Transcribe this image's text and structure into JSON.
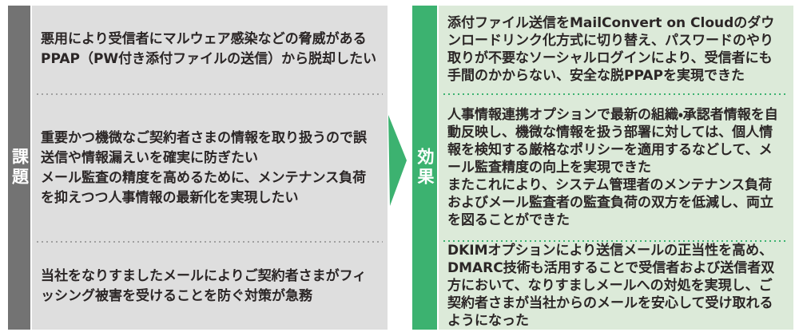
{
  "issues": {
    "label": "課題",
    "items": [
      "悪用により受信者にマルウェア感染などの脅威があるPPAP（PW付き添付ファイルの送信）から脱却したい",
      "重要かつ機微なご契約者さまの情報を取り扱うので誤送信や情報漏えいを確実に防ぎたい\nメール監査の精度を高めるために、メンテナンス負荷を抑えつつ人事情報の最新化を実現したい",
      "当社をなりすましたメールによりご契約者さまがフィッシング被害を受けることを防ぐ対策が急務"
    ]
  },
  "effects": {
    "label": "効果",
    "items": [
      "添付ファイル送信をMailConvert on Cloudのダウンロードリンク化方式に切り替え、パスワードのやり取りが不要なソーシャルログインにより、受信者にも手間のかからない、安全な脱PPAPを実現できた",
      "人事情報連携オプションで最新の組織・承認者情報を自動反映し、機微な情報を扱う部署に対しては、個人情報を検知する厳格なポリシーを適用するなどして、メール監査精度の向上を実現できた\nまたこれにより、システム管理者のメンテナンス負荷およびメール監査者の監査負荷の双方を低減し、両立を図ることができた",
      "DKIMオプションにより送信メールの正当性を高め、DMARC技術も活用することで受信者および送信者双方において、なりすましメールへの対処を実現し、ご契約者さまが当社からのメールを安心して受け取れるようになった"
    ]
  },
  "colors": {
    "issue_label_bar": "#737373",
    "issue_panel_bg": "#dedede",
    "effect_label_bar": "#3cb270",
    "effect_panel_bg": "#dcead9",
    "arrow": "#3cb270",
    "text": "#2b2626",
    "label_text": "#ffffff"
  }
}
